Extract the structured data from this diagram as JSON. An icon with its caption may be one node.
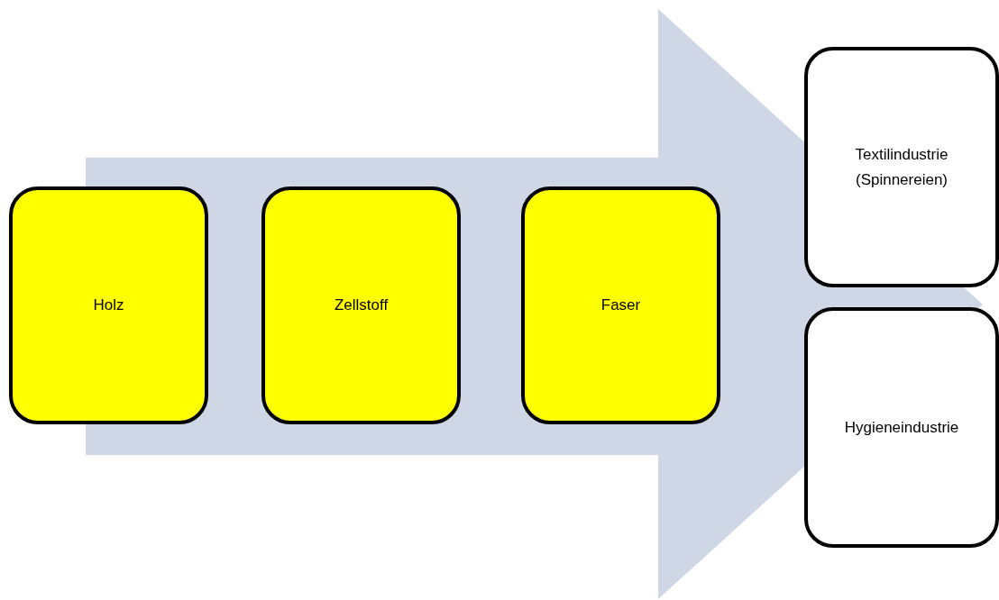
{
  "diagram": {
    "nodes": [
      {
        "text": [],
        "shape": "arrow"
      },
      {
        "text": [
          "Holz"
        ]
      },
      {
        "text": [
          "Zellstoff"
        ],
        "in": 0
      },
      {
        "text": [
          "Faser"
        ],
        "in": 0
      },
      {
        "text": [
          "Textilindustrie (Spinnereien)"
        ]
      },
      {
        "text": [
          "Hygieneindustrie"
        ]
      }
    ],
    "edges": []
  }
}
